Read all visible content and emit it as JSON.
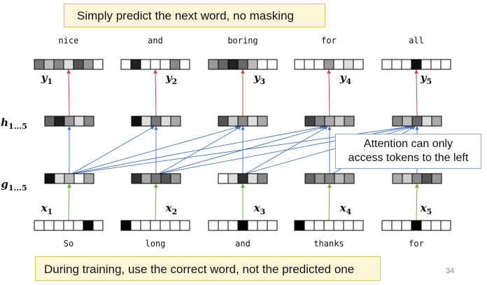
{
  "callouts": {
    "top": "Simply predict the next word, no masking",
    "bottom": "During training, use the correct word, not the predicted one",
    "attention": [
      "Attention can only",
      "access tokens to the left"
    ]
  },
  "page_number": "34",
  "row_labels": {
    "h": "h1...5",
    "g": "g1...5"
  },
  "outputs": [
    "nice",
    "and",
    "boring",
    "for",
    "all"
  ],
  "inputs": [
    "So",
    "long",
    "and",
    "thanks",
    "for"
  ],
  "y_labels": [
    "y1",
    "y2",
    "y3",
    "y4",
    "y5"
  ],
  "x_labels": [
    "x1",
    "x2",
    "x3",
    "x4",
    "x5"
  ],
  "vectors": {
    "y": [
      [
        "#777777",
        "#bbbbbb",
        "#888888",
        "#dddddd",
        "#555555",
        "#999999",
        "#ffffff"
      ],
      [
        "#ffffff",
        "#222222",
        "#ffffff",
        "#ffffff",
        "#ffffff",
        "#888888",
        "#ffffff"
      ],
      [
        "#999999",
        "#666666",
        "#222222",
        "#666666",
        "#bbbbbb",
        "#ffffff",
        "#ffffff"
      ],
      [
        "#ffffff",
        "#ffffff",
        "#ffffff",
        "#999999",
        "#ffffff",
        "#dddddd",
        "#ffffff"
      ],
      [
        "#ffffff",
        "#ffffff",
        "#ffffff",
        "#111111",
        "#ffffff",
        "#ffffff",
        "#ffffff"
      ]
    ],
    "h": [
      [
        "#666666",
        "#222222",
        "#999999",
        "#dddddd",
        "#888888"
      ],
      [
        "#111111",
        "#dddddd",
        "#777777",
        "#dddddd",
        "#aaaaaa"
      ],
      [
        "#555555",
        "#cccccc",
        "#888888",
        "#dddddd",
        "#aaaaaa"
      ],
      [
        "#444444",
        "#888888",
        "#aaaaaa",
        "#cccccc",
        "#999999"
      ],
      [
        "#888888",
        "#bbbbbb",
        "#666666",
        "#dddddd",
        "#aaaaaa"
      ]
    ],
    "g": [
      [
        "#111111",
        "#dddddd",
        "#bbbbbb",
        "#ffffff",
        "#aaaaaa"
      ],
      [
        "#333333",
        "#aaaaaa",
        "#777777",
        "#555555",
        "#999999"
      ],
      [
        "#ffffff",
        "#dddddd",
        "#333333",
        "#dddddd",
        "#888888"
      ],
      [
        "#666666",
        "#999999",
        "#888888",
        "#bbbbbb",
        "#999999"
      ],
      [
        "#aaaaaa",
        "#cccccc",
        "#888888",
        "#555555",
        "#999999"
      ]
    ],
    "x_onehot_index": [
      5,
      0,
      3,
      0,
      3
    ],
    "x_width": 7
  },
  "colors": {
    "attention_arrow": "#4472c4",
    "output_arrow": "#c0504d",
    "input_arrow": "#70ad47",
    "callout_fill": "#fdf6d8",
    "callout_border": "#e8c25a"
  }
}
